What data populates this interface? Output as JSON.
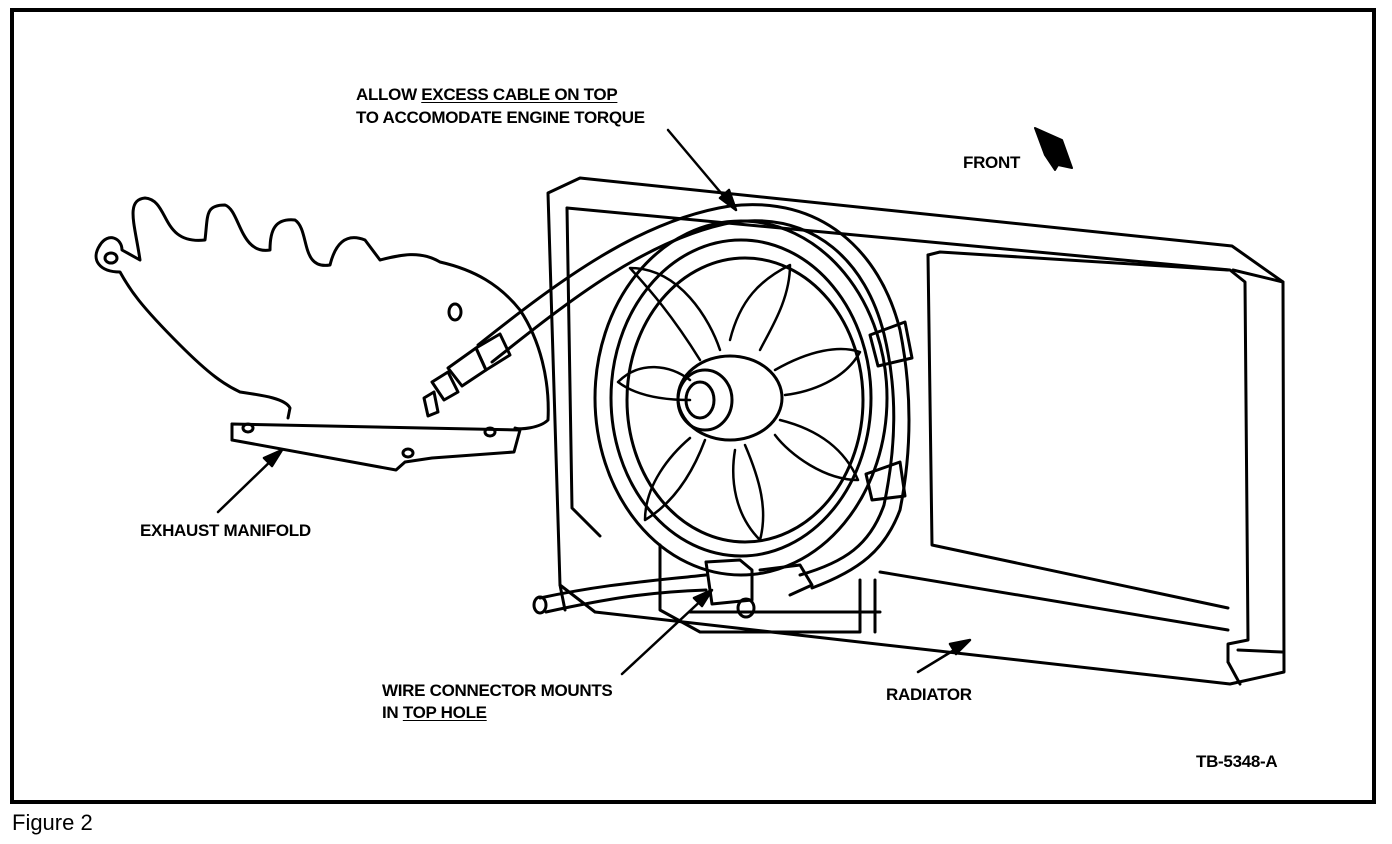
{
  "figure": {
    "labels": {
      "excess_line1_a": "ALLOW ",
      "excess_line1_b": "EXCESS CABLE ON TOP",
      "excess_line2": "TO ACCOMODATE ENGINE TORQUE",
      "front": "FRONT",
      "exhaust": "EXHAUST MANIFOLD",
      "wire_line1": "WIRE CONNECTOR MOUNTS",
      "wire_line2_a": "IN ",
      "wire_line2_b": "TOP HOLE",
      "radiator": "RADIATOR",
      "ref_code": "TB-5348-A"
    },
    "caption": "Figure 2"
  }
}
